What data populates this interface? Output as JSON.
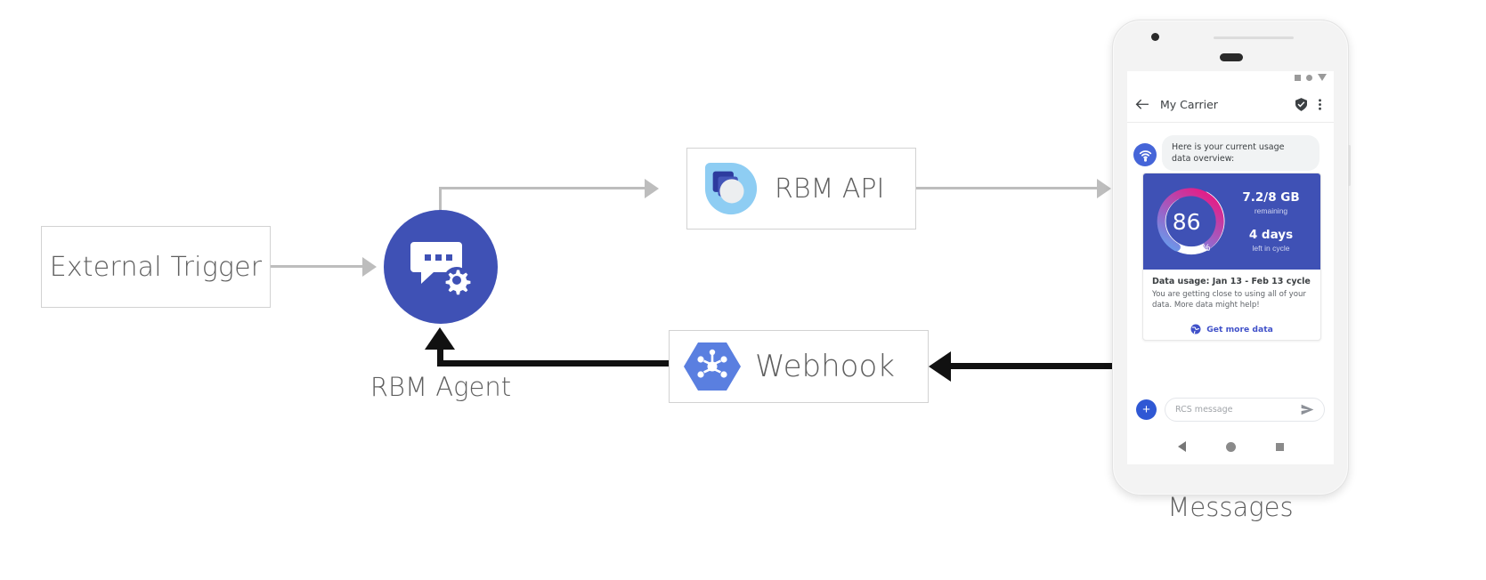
{
  "diagram": {
    "nodes": {
      "external_trigger": {
        "label": "External Trigger"
      },
      "rbm_agent": {
        "caption": "RBM Agent",
        "icon": "chat-bubble-gear-icon"
      },
      "rbm_api": {
        "label": "RBM API",
        "icon": "rbm-api-icon"
      },
      "webhook": {
        "label": "Webhook",
        "icon": "webhook-hexagon-icon"
      },
      "phone": {
        "caption": "Messages"
      }
    }
  },
  "phone": {
    "appbar": {
      "back_icon": "back-arrow-icon",
      "title": "My Carrier",
      "verified_icon": "verified-shield-icon",
      "overflow_icon": "more-vert-icon"
    },
    "conversation": {
      "avatar_icon": "carrier-wifi-avatar-icon",
      "bubble_lines": [
        "Here is your current usage",
        "data overview:"
      ],
      "card": {
        "gauge": {
          "percent": "86",
          "percent_symbol": "%",
          "value": 86
        },
        "data_remaining": "7.2/8 GB",
        "data_remaining_sub": "remaining",
        "days_left": "4 days",
        "days_left_sub": "left in cycle",
        "title": "Data usage: Jan 13 - Feb 13 cycle",
        "description": "You are getting close to using all of your data. More data might help!",
        "action_label": "Get more data",
        "action_icon": "globe-icon"
      }
    },
    "composer": {
      "plus_label": "+",
      "placeholder": "RCS message",
      "send_icon": "send-icon"
    },
    "navbar": {
      "back": "nav-back-icon",
      "home": "nav-home-icon",
      "recents": "nav-recents-icon"
    }
  },
  "colors": {
    "agent_blue": "#3f51b5",
    "card_blue": "#3f51b5",
    "gauge_pink": "#d62a8e",
    "gauge_blue": "#5b8ae6",
    "gauge_track": "#ffffff",
    "webhook_blue": "#5a7fe0",
    "rbm_api_light": "#8ecdf3",
    "rbm_api_dark": "#2d3b9e",
    "connector_gray": "#bdbdbd",
    "connector_black": "#111111",
    "action_link": "#4051c9"
  }
}
